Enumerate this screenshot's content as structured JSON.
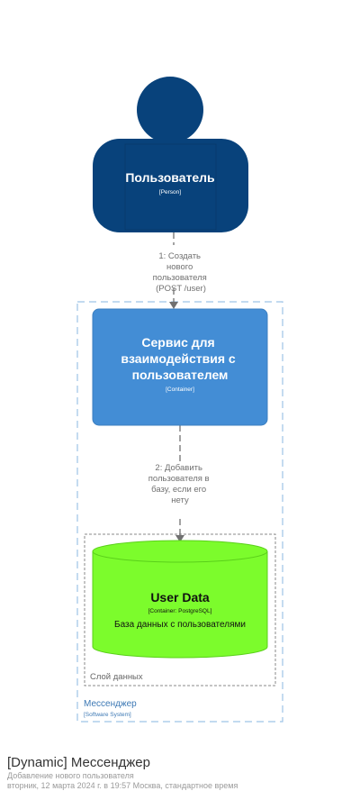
{
  "diagram": {
    "person": {
      "name": "Пользователь",
      "type": "[Person]"
    },
    "relation1": {
      "lines": [
        "1: Создать",
        "нового",
        "пользователя",
        "(POST /user)"
      ]
    },
    "service": {
      "name_lines": [
        "Сервис для",
        "взаимодействия с",
        "пользователем"
      ],
      "type": "[Container]"
    },
    "relation2": {
      "lines": [
        "2: Добавить",
        "пользователя в",
        "базу, если его",
        "нету"
      ]
    },
    "database": {
      "name": "User Data",
      "type": "[Container: PostgreSQL]",
      "description": "База данных с пользователями"
    },
    "data_layer": {
      "label": "Слой данных"
    },
    "system": {
      "name": "Мессенджер",
      "type": "[Software System]"
    },
    "colors": {
      "person": "#08427b",
      "container": "#438dd5",
      "database": "#7cfc2c",
      "boundary": "#9ec3e6",
      "group": "#888888",
      "relation": "#707070"
    }
  },
  "footer": {
    "title": "[Dynamic] Мессенджер",
    "subtitle": "Добавление нового пользователя",
    "timestamp": "вторник, 12 марта 2024 г. в 19:57 Москва, стандартное время"
  }
}
